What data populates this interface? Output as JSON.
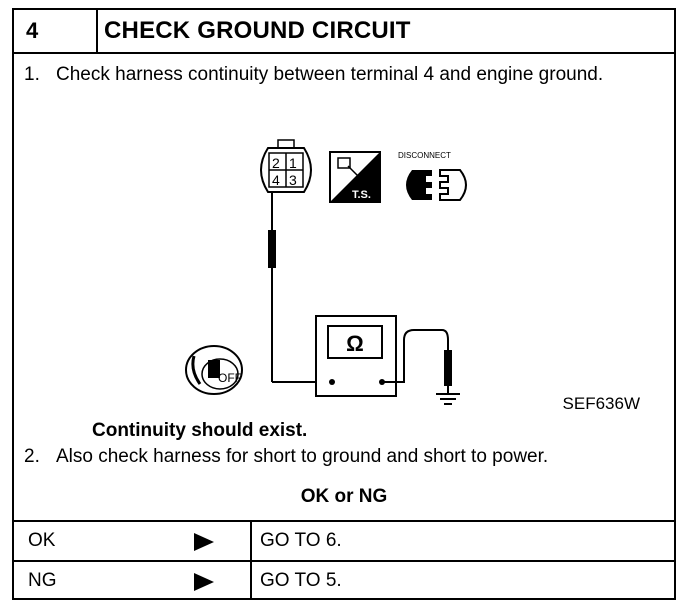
{
  "header": {
    "step_number": "4",
    "title": "CHECK GROUND CIRCUIT"
  },
  "step1": {
    "number": "1.",
    "text": "Check harness continuity between terminal 4 and engine ground."
  },
  "figure": {
    "connector_terminals": [
      "2",
      "1",
      "4",
      "3"
    ],
    "ts_label": "T.S.",
    "disconnect_label": "DISCONNECT",
    "ohm_symbol": "Ω",
    "ignition_label": "OFF",
    "figure_code": "SEF636W"
  },
  "continuity_note": "Continuity should exist.",
  "step2": {
    "number": "2.",
    "text": "Also check harness for short to ground and short to power."
  },
  "result_prompt": "OK or NG",
  "results": [
    {
      "condition": "OK",
      "action": "GO TO 6."
    },
    {
      "condition": "NG",
      "action": "GO TO 5."
    }
  ]
}
